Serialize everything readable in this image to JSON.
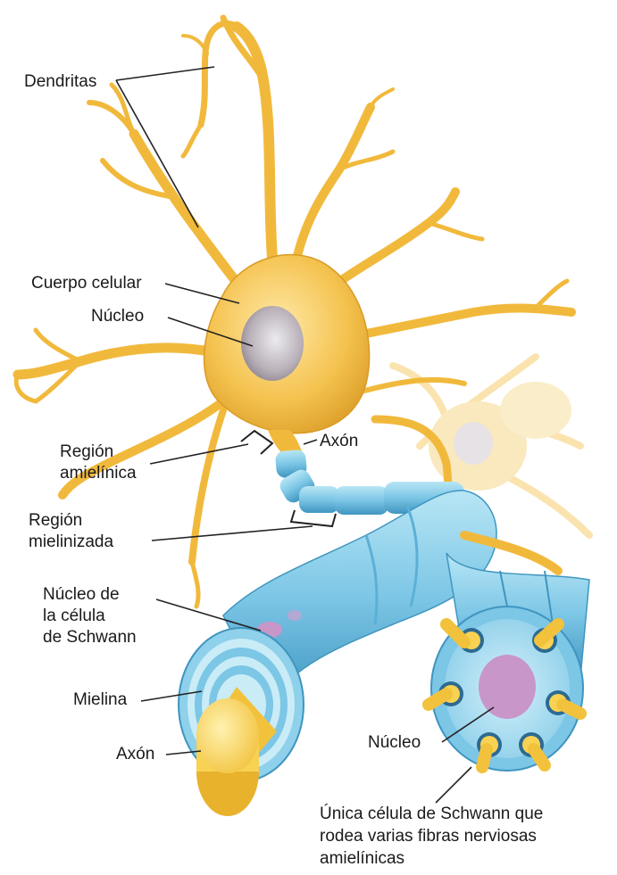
{
  "labels": {
    "dendritas": "Dendritas",
    "cuerpo_celular": "Cuerpo celular",
    "nucleo_cell": "Núcleo",
    "axon_top": "Axón",
    "region_amielinica": "Región\namielínica",
    "region_mielinizada": "Región\nmielinizada",
    "nucleo_schwann": "Núcleo de\nla célula\nde Schwann",
    "mielina": "Mielina",
    "axon_bottom": "Axón",
    "nucleo_bundle": "Núcleo",
    "unica_celula": "Única célula de Schwann que\nrodea varias fibras nerviosas\namielínicas"
  },
  "colors": {
    "neuron": "#f4c24e",
    "neuron_dark": "#d99a24",
    "nucleus": "#b9b0b8",
    "myelin": "#7cc6e6",
    "myelin_dark": "#3f95c0",
    "myelin_light": "#c9ecf7",
    "schwann_nucleus": "#c896c8",
    "axon_core": "#f7d253"
  }
}
